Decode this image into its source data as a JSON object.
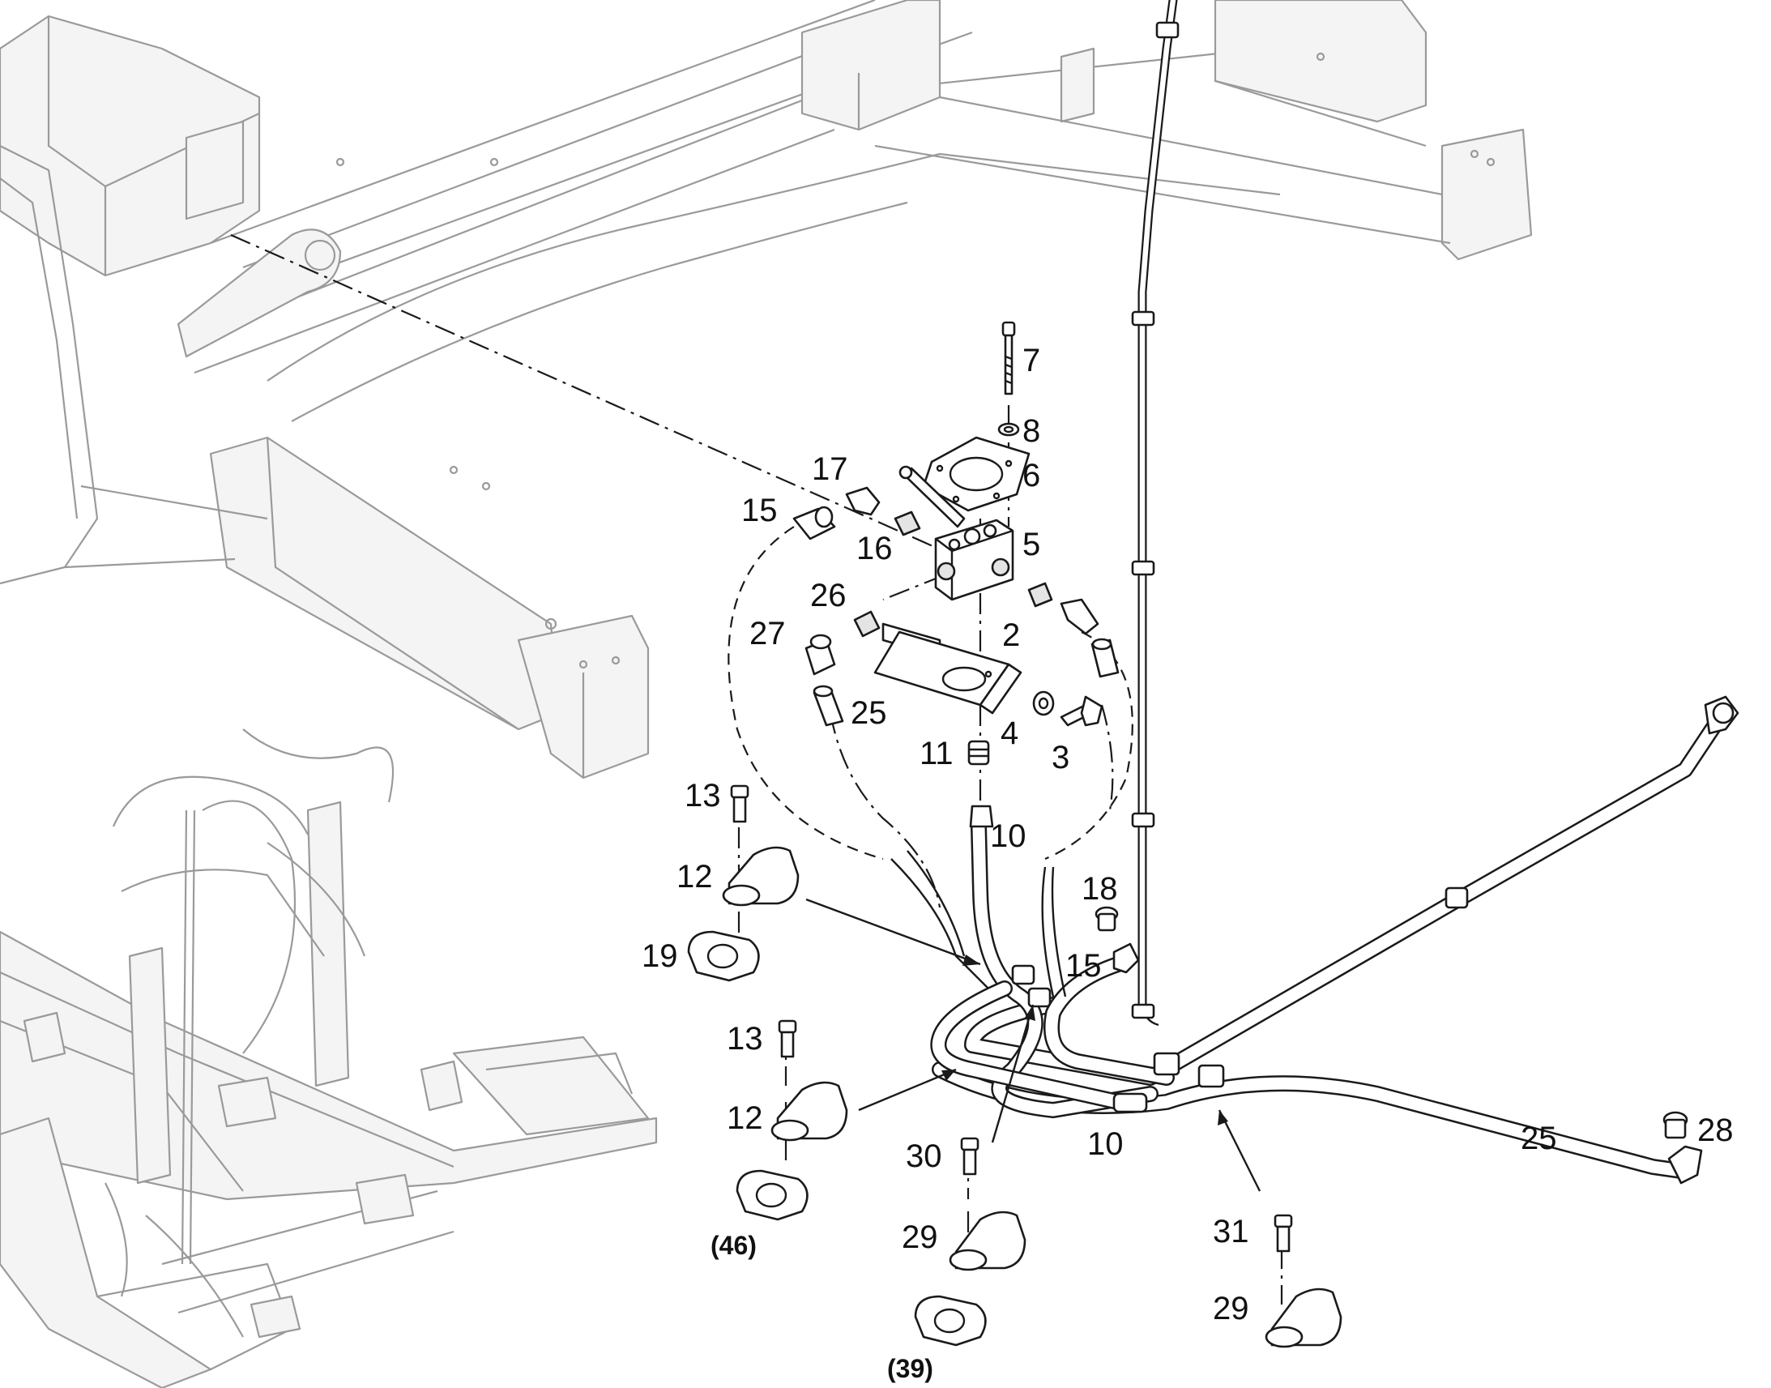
{
  "callouts": [
    {
      "id": "c7",
      "text": "7"
    },
    {
      "id": "c8",
      "text": "8"
    },
    {
      "id": "c6",
      "text": "6"
    },
    {
      "id": "c17",
      "text": "17"
    },
    {
      "id": "c15a",
      "text": "15"
    },
    {
      "id": "c16",
      "text": "16"
    },
    {
      "id": "c5",
      "text": "5"
    },
    {
      "id": "c26",
      "text": "26"
    },
    {
      "id": "c27",
      "text": "27"
    },
    {
      "id": "c2",
      "text": "2"
    },
    {
      "id": "c25a",
      "text": "25"
    },
    {
      "id": "c4",
      "text": "4"
    },
    {
      "id": "c3",
      "text": "3"
    },
    {
      "id": "c11",
      "text": "11"
    },
    {
      "id": "c10a",
      "text": "10"
    },
    {
      "id": "c13a",
      "text": "13"
    },
    {
      "id": "c12a",
      "text": "12"
    },
    {
      "id": "c19",
      "text": "19"
    },
    {
      "id": "c18",
      "text": "18"
    },
    {
      "id": "c15b",
      "text": "15"
    },
    {
      "id": "c13b",
      "text": "13"
    },
    {
      "id": "c12b",
      "text": "12"
    },
    {
      "id": "c30",
      "text": "30"
    },
    {
      "id": "c10b",
      "text": "10"
    },
    {
      "id": "c25b",
      "text": "25"
    },
    {
      "id": "c28",
      "text": "28"
    },
    {
      "id": "c29a",
      "text": "29"
    },
    {
      "id": "c31",
      "text": "31"
    },
    {
      "id": "c29b",
      "text": "29"
    }
  ],
  "references": [
    {
      "id": "r46",
      "text": "(46)"
    },
    {
      "id": "r39",
      "text": "(39)"
    }
  ]
}
